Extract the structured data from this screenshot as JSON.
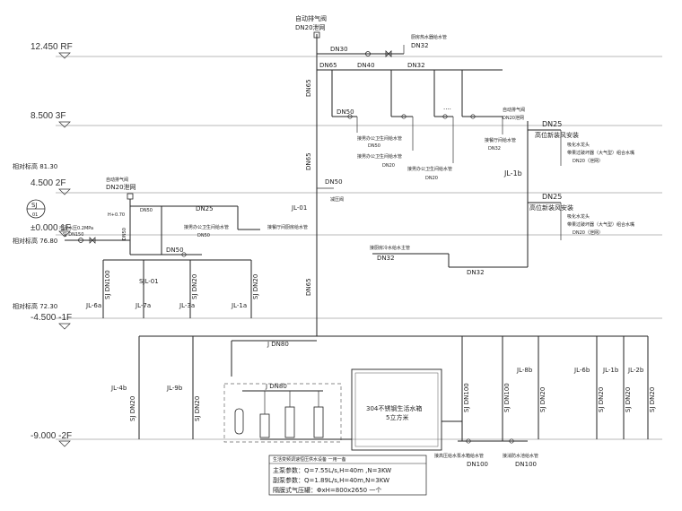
{
  "floors": {
    "rf": "12.450  RF",
    "f3": "8.500  3F",
    "f2": "4.500  2F",
    "f1": "±0.000  1F",
    "b1": "-4.500  -1F",
    "b2": "-9.000  -2F"
  },
  "elev": {
    "e1": "相对标高 81.30",
    "e2": "相对标高 76.80",
    "e3": "相对标高 72.30"
  },
  "top": {
    "vent": "自动排气阀",
    "vent_dn": "DN20泄网",
    "dn30": "DN30",
    "kitchen_pipe": "厨房热水器给水管",
    "kitchen_dn": "DN32",
    "dn65": "DN65",
    "dn40": "DN40",
    "dn32": "DN32",
    "vert_dn65_a": "DN65",
    "vert_dn65_b": "DN65",
    "vert_dn65_c": "DN65",
    "dots": "....",
    "dn50": "DN50"
  },
  "f3": {
    "g1": "接男办公卫生间给水管",
    "g1_dn": "DN50",
    "g2": "接男办公卫生间给水管",
    "g2_dn": "DN20",
    "g3": "接男办公卫生间给水管",
    "g3_dn": "DN20",
    "g4": "接餐厅间给水管",
    "g4_dn": "DN32",
    "vent": "自动排气阀",
    "vent_dn": "DN20泄网",
    "dn25": "DN25",
    "reserve": "高位新装风安装",
    "note1": "吸化水龙头",
    "note2": "带果过破坏器（大气型）组合水嘴",
    "note3": "DN20（泄网）"
  },
  "f2": {
    "jl1b": "JL-1b",
    "dn25": "DN25",
    "reserve": "高位新装风安装",
    "note1": "吸化水龙头",
    "note2": "带果过破坏器（大气型）组合水嘴",
    "note3": "DN20（泄网）",
    "dn50": "DN50",
    "jl01": "JL-01",
    "valve_note": "减压阀",
    "vent": "自动排气阀",
    "vent_dn": "DN20泄网"
  },
  "f1": {
    "sj": "SJ",
    "sj_num": "01",
    "city1": "市政水压0.2MPa",
    "city2": "SJ DN150",
    "h_note": "H+0.70",
    "dn50_v": "DN50",
    "dn50_l": "DN50",
    "dn25": "DN25",
    "g1": "接男办公卫生间给水管",
    "g1_dn": "DN50",
    "g2": "接餐厅间厨房给水管",
    "dn50_h": "DN50",
    "kitchen2": "接厨房冷水给水主管",
    "kitchen2_dn": "DN32",
    "dn32": "DN32"
  },
  "b1": {
    "sj_dn100": "SJ DN100",
    "sjl01": "SJL-01",
    "sj_dn20a": "SJ DN20",
    "sj_dn20b": "SJ DN20",
    "jl6a": "JL-6a",
    "jl7a": "JL-7a",
    "jl3a": "JL-3a",
    "jl1a": "JL-1a",
    "j_dn80": "J DN80"
  },
  "b2": {
    "jl4b": "JL-4b",
    "jl9b": "JL-9b",
    "sj_dn20a": "SJ DN20",
    "sj_dn20b": "SJ DN20",
    "j_dn80": "J DN80",
    "tank1": "304不锈钢生活水箱",
    "tank2": "5立方米",
    "sj_dn100a": "SJ DN100",
    "sj_dn100b": "SJ DN100",
    "jl8b": "JL-8b",
    "jl6b": "JL-6b",
    "jl1b": "JL-1b",
    "jl2b": "JL-2b",
    "sj_dn20c": "SJ DN20",
    "sj_dn20d": "SJ DN20",
    "sj_dn20e": "SJ DN20",
    "sj_dn20f": "SJ DN20",
    "pipe_a": "接高压给水泵水箱给水管",
    "pipe_a_dn": "DN100",
    "pipe_b": "接消防水池给水管",
    "pipe_b_dn": "DN100"
  },
  "pump": {
    "title": "生活变频调速恒压供水设备  一用一备",
    "l1": "主泵参数：Q=7.55L/s,H=40m ,N=3KW",
    "l2": "副泵参数：Q=1.89L/s,H=40m,N=3KW",
    "l3": "隔膜式气压罐：ΦxH=800x2650  一个"
  }
}
